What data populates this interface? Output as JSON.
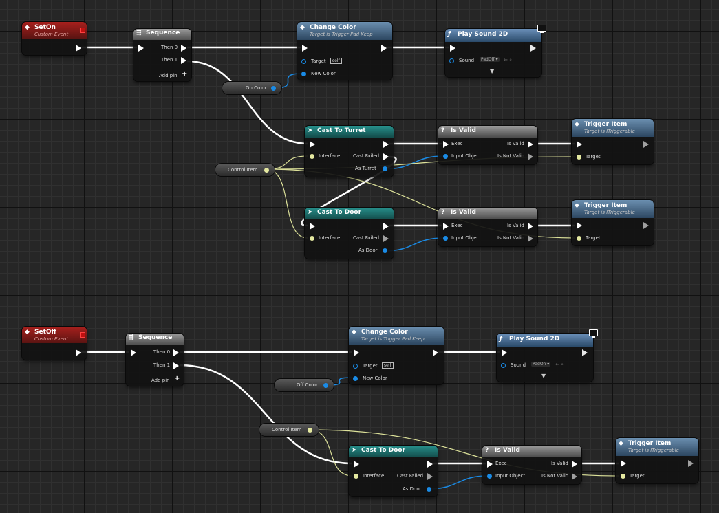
{
  "graph": {
    "seton_event": {
      "title": "SetOn",
      "subtitle": "Custom Event"
    },
    "setoff_event": {
      "title": "SetOff",
      "subtitle": "Custom Event"
    },
    "sequence": {
      "title": "Sequence",
      "then0": "Then 0",
      "then1": "Then 1",
      "add_pin": "Add pin"
    },
    "change_color": {
      "title": "Change Color",
      "subtitle": "Target is Trigger Pad Keep",
      "target": "Target",
      "self": "self",
      "new_color": "New Color"
    },
    "play_sound_on": {
      "title": "Play Sound 2D",
      "sound": "Sound",
      "asset": "PadOff"
    },
    "play_sound_off": {
      "title": "Play Sound 2D",
      "sound": "Sound",
      "asset": "PadOn"
    },
    "on_color": "On Color",
    "off_color": "Off Color",
    "control_item": "Control Item",
    "cast_turret": {
      "title": "Cast To Turret",
      "interface": "Interface",
      "cast_failed": "Cast Failed",
      "as_out": "As Turret"
    },
    "cast_door": {
      "title": "Cast To Door",
      "interface": "Interface",
      "cast_failed": "Cast Failed",
      "as_out": "As Door"
    },
    "is_valid": {
      "title": "Is Valid",
      "exec": "Exec",
      "input_object": "Input Object",
      "is_valid": "Is Valid",
      "is_not_valid": "Is Not Valid"
    },
    "trigger_item": {
      "title": "Trigger Item",
      "subtitle": "Target is ITriggerable",
      "target": "Target"
    }
  },
  "colors": {
    "exec": "#ffffff",
    "object": "#1a8be6",
    "interface": "#e4e8a0",
    "event": "#a8201d",
    "function": "#3c6a92",
    "cast": "#1f7f7c"
  }
}
